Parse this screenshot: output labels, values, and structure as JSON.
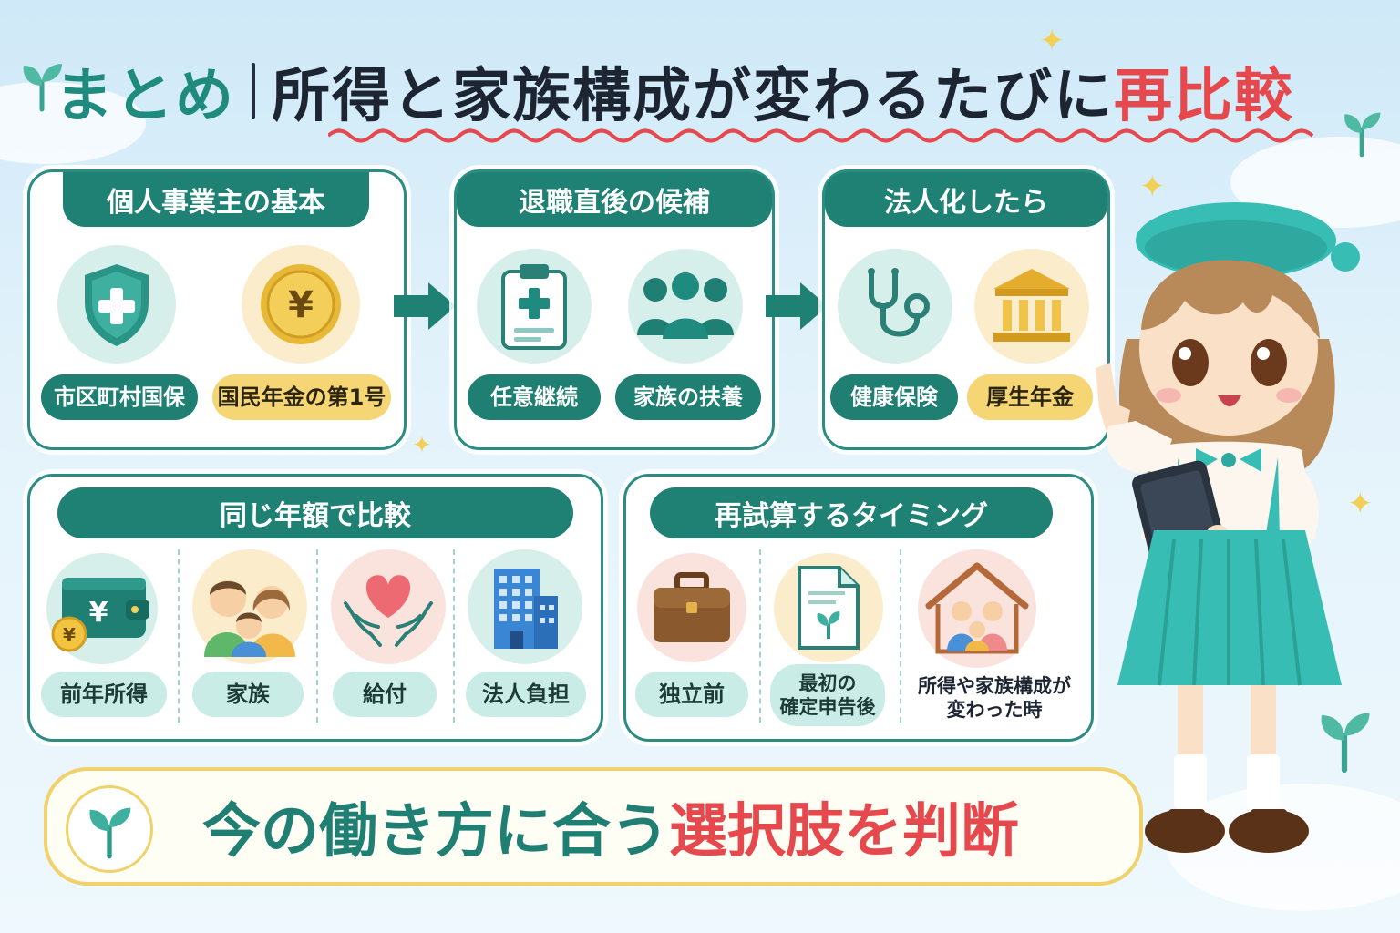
{
  "title": {
    "lead": "まとめ",
    "body": "所得と家族構成が変わるたびに",
    "accent": "再比較"
  },
  "colors": {
    "teal": "#1f8074",
    "red": "#e5484d",
    "yellow": "#f5d574"
  },
  "panel_basic": {
    "title": "個人事業主の基本",
    "items": [
      {
        "icon": "shield-cross-icon",
        "label": "市区町村国保"
      },
      {
        "icon": "yen-coin-icon",
        "label": "国民年金の第1号"
      }
    ]
  },
  "panel_retire": {
    "title": "退職直後の候補",
    "items": [
      {
        "icon": "clipboard-cross-icon",
        "label": "任意継続"
      },
      {
        "icon": "people-group-icon",
        "label": "家族の扶養"
      }
    ]
  },
  "panel_corp": {
    "title": "法人化したら",
    "items": [
      {
        "icon": "stethoscope-icon",
        "label": "健康保険"
      },
      {
        "icon": "bank-building-icon",
        "label": "厚生年金"
      }
    ]
  },
  "panel_compare": {
    "title": "同じ年額で比較",
    "items": [
      {
        "icon": "wallet-yen-icon",
        "label": "前年所得"
      },
      {
        "icon": "family-icon",
        "label": "家族"
      },
      {
        "icon": "heart-hands-icon",
        "label": "給付"
      },
      {
        "icon": "office-building-icon",
        "label": "法人負担"
      }
    ]
  },
  "panel_timing": {
    "title": "再試算するタイミング",
    "items": [
      {
        "icon": "briefcase-icon",
        "label": "独立前"
      },
      {
        "icon": "document-sprout-icon",
        "label_line1": "最初の",
        "label_line2": "確定申告後"
      },
      {
        "icon": "house-family-icon",
        "label_line1": "所得や家族構成が",
        "label_line2": "変わった時"
      }
    ]
  },
  "banner": {
    "icon": "sprout-icon",
    "text_main": "今の働き方に合う",
    "text_accent": "選択肢を判断"
  },
  "character": {
    "icon": "girl-pointing-character"
  }
}
